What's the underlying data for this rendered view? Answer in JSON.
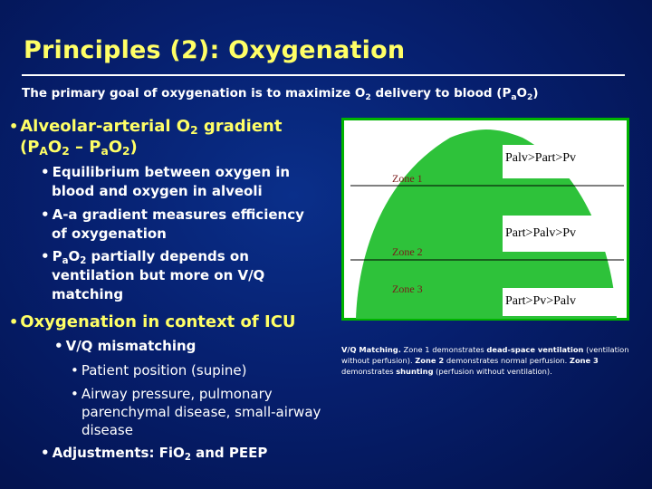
{
  "slide": {
    "title": "Principles (2): Oxygenation",
    "goal": {
      "text": "The primary goal of oxygenation is to maximize O",
      "sub1": "2",
      "mid": " delivery to blood (P",
      "sub2": "a",
      "mid2": "O",
      "sub3": "2",
      "end": ")"
    },
    "bullet1": {
      "line1a": "Alveolar-arterial O",
      "line1sub": "2",
      "line1b": " gradient",
      "line2": [
        "(P",
        "A",
        "O",
        "2",
        " – P",
        "a",
        "O",
        "2",
        ")"
      ]
    },
    "sub1": [
      {
        "text": "Equilibrium between oxygen in",
        "cont": "blood and oxygen in alveoli"
      },
      {
        "text": "A-a gradient measures efficiency",
        "cont": "of oxygenation"
      },
      {
        "pre": "P",
        "s1": "a",
        "mid": "O",
        "s2": "2",
        "text": " partially depends on",
        "cont": "ventilation but more on V/Q",
        "cont2": "matching"
      }
    ],
    "bullet2": "Oxygenation in context of ICU",
    "sub2": {
      "vq": "V/Q mismatching",
      "pos": "Patient position (supine)",
      "airway": "Airway pressure, pulmonary",
      "airway2": "parenchymal disease, small-airway",
      "airway3": "disease",
      "adj_pre": "Adjustments:  FiO",
      "adj_sub": "2",
      "adj_post": " and PEEP"
    }
  },
  "figure": {
    "zone1": "Zone 1",
    "zone2": "Zone 2",
    "zone3": "Zone 3",
    "box1": "Palv>Part>Pv",
    "box2": "Part>Palv>Pv",
    "box3": "Part>Pv>Palv",
    "colors": {
      "green": "#2ec23a",
      "frame": "#00b400"
    }
  },
  "caption": {
    "a": "V/Q Matching.",
    "b": " Zone 1 demonstrates ",
    "c": "dead-space ventilation",
    "d": " (ventilation without perfusion). ",
    "e": "Zone 2",
    "f": " demonstrates normal perfusion. ",
    "g": "Zone 3",
    "h": " demonstrates ",
    "i": "shunting",
    "j": " (perfusion without ventilation)."
  }
}
